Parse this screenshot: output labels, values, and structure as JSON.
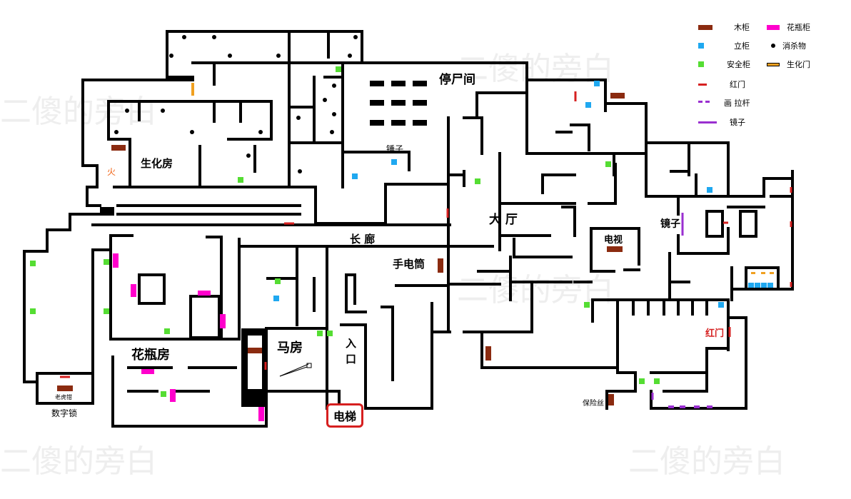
{
  "colors": {
    "wall": "#000000",
    "wooden_cabinet": "#8b2b10",
    "vase_cabinet": "#ff00cc",
    "standing_cabinet": "#1fa8f0",
    "safe_cabinet": "#55dd33",
    "kill_item": "#000000",
    "red_door": "#d62020",
    "biochem_door": "#f0a020",
    "mirror": "#9a2fd0",
    "elevator_border": "#d61f1f"
  },
  "legend": {
    "wooden_cabinet": "木柜",
    "vase_cabinet": "花瓶柜",
    "standing_cabinet": "立柜",
    "kill_item": "消杀物",
    "safe_cabinet": "安全柜",
    "biochem_door": "生化门",
    "red_door": "红门",
    "painting_lever": "画  拉杆",
    "mirror": "镜子"
  },
  "rooms": {
    "morgue": "停尸间",
    "biochem_room": "生化房",
    "hall": "大  厅",
    "corridor": "长  廊",
    "flashlight": "手电筒",
    "vase_room": "花瓶房",
    "stable": "马房",
    "entrance": "入口",
    "elevator": "电梯",
    "hammer": "锤子",
    "tv": "电视",
    "mirror": "镜子",
    "red_door": "红门",
    "fuse": "保险丝",
    "number_lock": "数字锁",
    "old_tiger": "老虎钳"
  },
  "watermark": "二傻的旁白"
}
